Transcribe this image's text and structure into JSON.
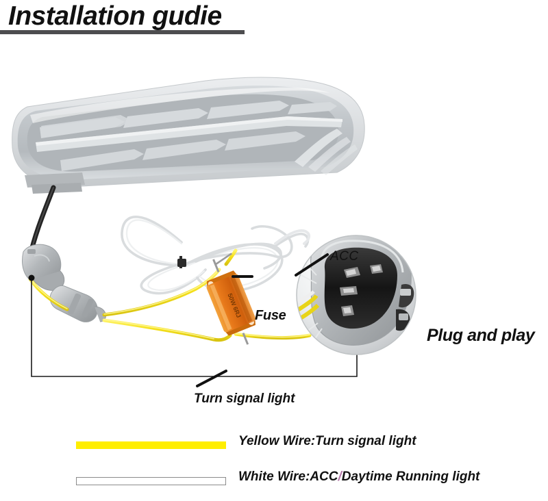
{
  "page": {
    "title": "Installation gudie",
    "background_color": "#ffffff",
    "rule_color": "#4d4d4f"
  },
  "diagram": {
    "name": "led-mirror-turn-signal-wiring-diagram",
    "callouts": [
      {
        "id": "acc",
        "label": "ACC",
        "style": "italic"
      },
      {
        "id": "fuse",
        "label": "Fuse",
        "style": "bold-italic"
      },
      {
        "id": "turn",
        "label": "Turn signal light",
        "style": "italic"
      },
      {
        "id": "plug",
        "label": "Plug and play",
        "style": "bold-italic"
      }
    ],
    "parts": [
      {
        "id": "lamp",
        "name": "led-side-mirror-lamp",
        "color": "#c9cdd0"
      },
      {
        "id": "black-wire",
        "name": "black-harness-wire",
        "color": "#2b2b2b"
      },
      {
        "id": "connector",
        "name": "grey-plug-connector",
        "color": "#b9bcbf"
      },
      {
        "id": "yellow-wire",
        "name": "yellow-wire",
        "color": "#f7e11a"
      },
      {
        "id": "white-wire",
        "name": "white-wire",
        "color": "#efefef"
      },
      {
        "id": "resistor",
        "name": "orange-load-resistor",
        "color": "#e87b16",
        "marking": "50W 6RJ"
      },
      {
        "id": "zoom-circle",
        "name": "connector-zoom-callout",
        "color": "#d9dadc"
      }
    ]
  },
  "legend": {
    "rows": [
      {
        "swatch": "yellow-bar",
        "swatch_color": "#ffee00",
        "text_prefix": "Yellow Wire:Turn signal light",
        "separator": "",
        "text_suffix": ""
      },
      {
        "swatch": "white-bar",
        "swatch_color": "#ffffff",
        "swatch_border": "#8b8b8b",
        "text_prefix": "White Wire:ACC",
        "separator": "/",
        "text_suffix": "Daytime Running light"
      }
    ]
  }
}
